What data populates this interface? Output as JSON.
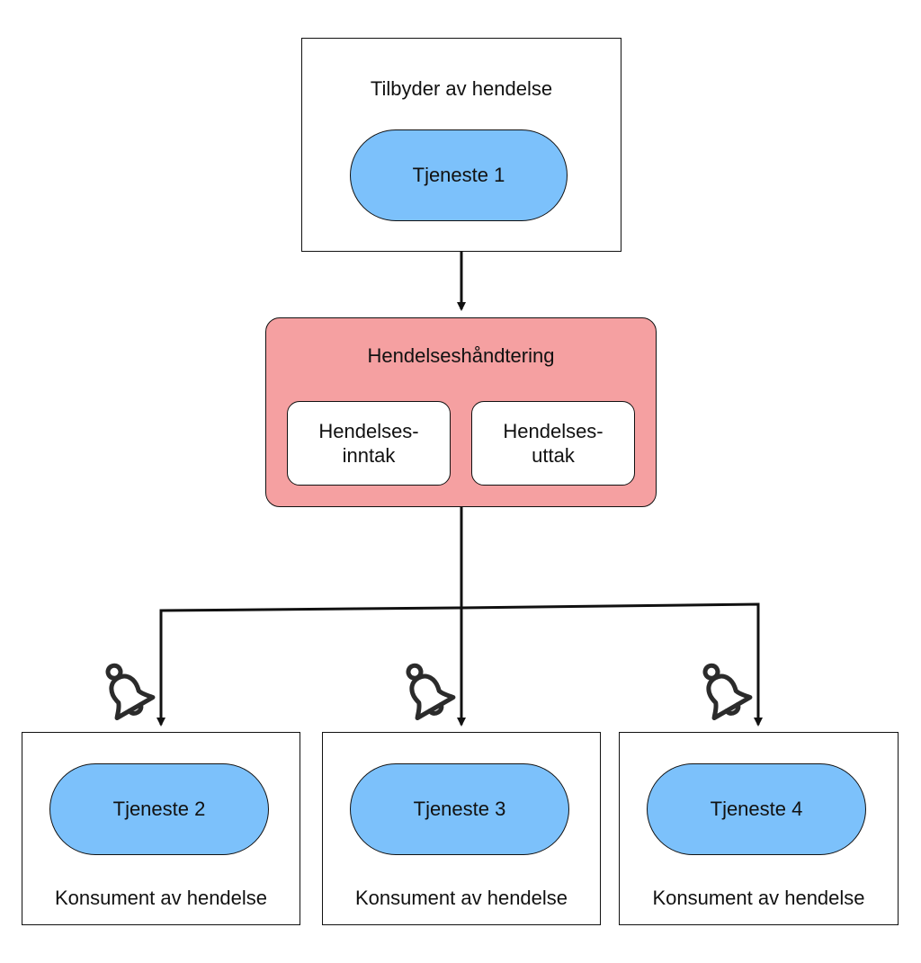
{
  "provider": {
    "title": "Tilbyder av hendelse",
    "service": "Tjeneste 1"
  },
  "hub": {
    "title": "Hendelseshåndtering",
    "intake": {
      "line1": "Hendelses-",
      "line2": "inntak"
    },
    "output": {
      "line1": "Hendelses-",
      "line2": "uttak"
    },
    "color": "#f5a0a1"
  },
  "consumers": [
    {
      "service": "Tjeneste 2",
      "caption": "Konsument av hendelse"
    },
    {
      "service": "Tjeneste 3",
      "caption": "Konsument av hendelse"
    },
    {
      "service": "Tjeneste 4",
      "caption": "Konsument av hendelse"
    }
  ],
  "colors": {
    "service": "#7cc1fb",
    "hub": "#f5a0a1",
    "stroke": "#111111"
  },
  "icons": [
    "bell-icon",
    "bell-icon",
    "bell-icon"
  ]
}
